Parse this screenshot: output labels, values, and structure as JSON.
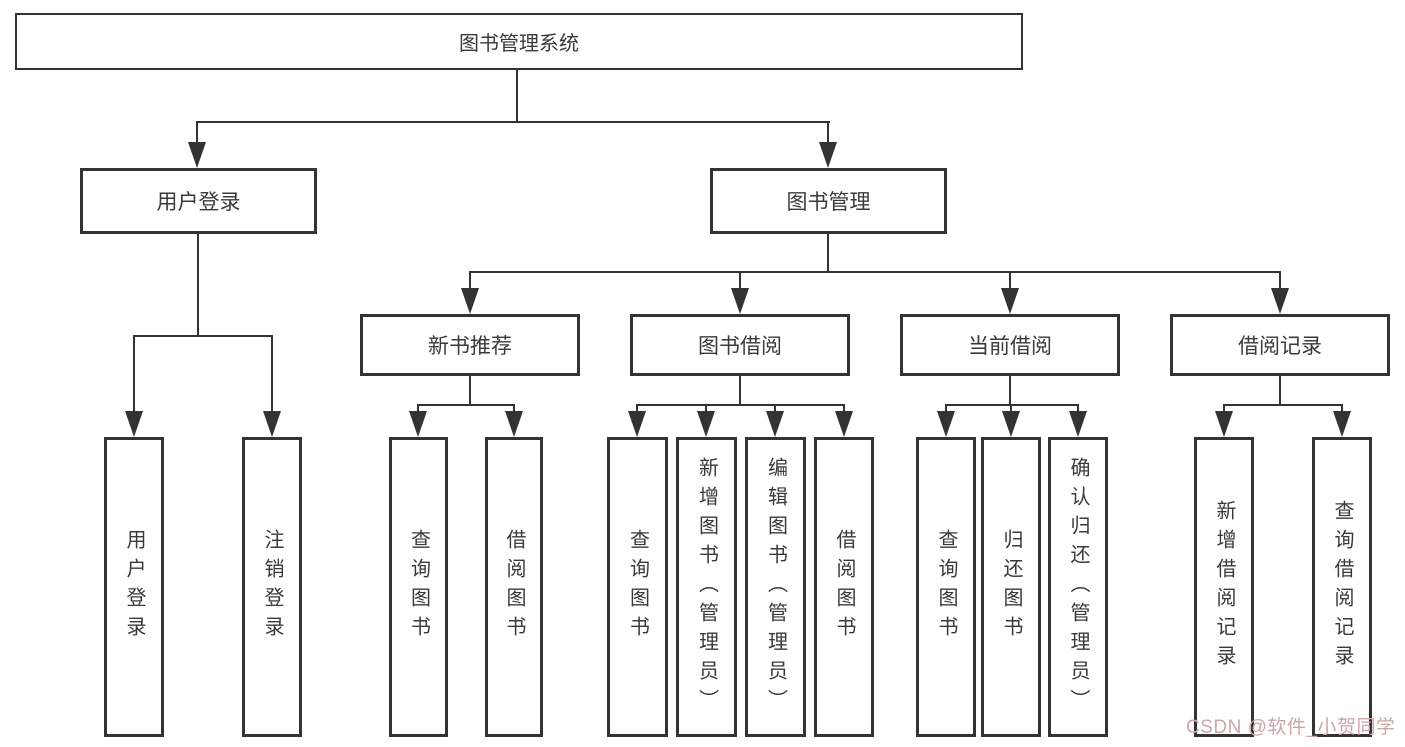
{
  "chart": {
    "root": "图书管理系统",
    "level2": [
      "用户登录",
      "图书管理"
    ],
    "level3": [
      "新书推荐",
      "图书借阅",
      "当前借阅",
      "借阅记录"
    ],
    "leaves": {
      "user_login": [
        "用户登录",
        "注销登录"
      ],
      "new_book": [
        "查询图书",
        "借阅图书"
      ],
      "borrowing": [
        "查询图书",
        "新增图书（管理员）",
        "编辑图书（管理员）",
        "借阅图书"
      ],
      "current": [
        "查询图书",
        "归还图书",
        "确认归还（管理员）"
      ],
      "records": [
        "新增借阅记录",
        "查询借阅记录"
      ]
    }
  },
  "watermark": {
    "text": "CSDN @软件_小贺同学"
  },
  "colors": {
    "line": "#333333",
    "text": "#3a3a3a",
    "watermark": "#cda6a6"
  }
}
